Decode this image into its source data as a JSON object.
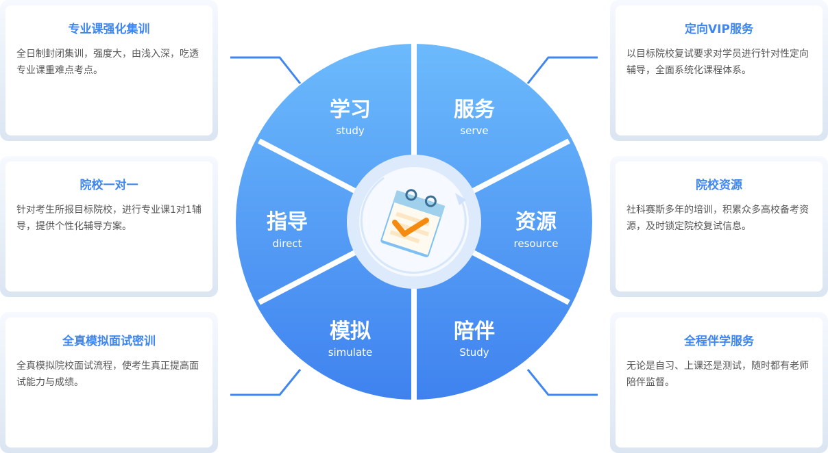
{
  "cards_left": [
    {
      "title": "专业课强化集训",
      "text": "全日制封闭集训，强度大，由浅入深，吃透专业课重难点考点。"
    },
    {
      "title": "院校一对一",
      "text": "针对考生所报目标院校，进行专业课1对1辅导，提供个性化辅导方案。"
    },
    {
      "title": "全真模拟面试密训",
      "text": "全真模拟院校面试流程，使考生真正提高面试能力与成绩。"
    }
  ],
  "cards_right": [
    {
      "title": "定向VIP服务",
      "text": "以目标院校复试要求对学员进行针对性定向辅导，全面系统化课程体系。"
    },
    {
      "title": "院校资源",
      "text": "社科赛斯多年的培训，积累众多高校备考资源，及时锁定院校复试信息。"
    },
    {
      "title": "全程伴学服务",
      "text": "无论是自习、上课还是测试，随时都有老师陪伴监督。"
    }
  ],
  "segments": [
    {
      "cn": "学习",
      "en": "study"
    },
    {
      "cn": "服务",
      "en": "serve"
    },
    {
      "cn": "指导",
      "en": "direct"
    },
    {
      "cn": "资源",
      "en": "resource"
    },
    {
      "cn": "模拟",
      "en": "simulate"
    },
    {
      "cn": "陪伴",
      "en": "Study"
    }
  ],
  "colors": {
    "accent": "#3f86f0",
    "wheel_top": "#6cbafc",
    "wheel_bottom": "#3f82ef"
  },
  "center_icon": "calendar-check-icon"
}
